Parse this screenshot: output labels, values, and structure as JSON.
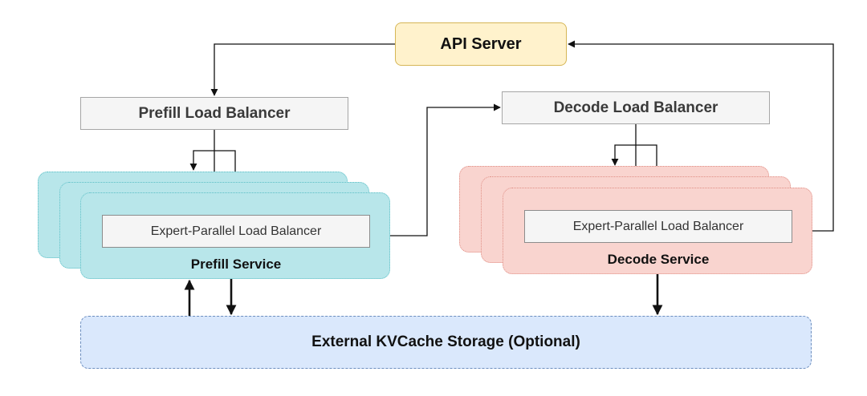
{
  "api_server": {
    "label": "API Server"
  },
  "prefill": {
    "load_balancer": "Prefill Load Balancer",
    "expert_parallel": "Expert-Parallel Load Balancer",
    "service": "Prefill Service"
  },
  "decode": {
    "load_balancer": "Decode Load Balancer",
    "expert_parallel": "Expert-Parallel Load Balancer",
    "service": "Decode Service"
  },
  "storage": {
    "label": "External KVCache Storage (Optional)"
  },
  "colors": {
    "api_fill": "#fff2cc",
    "prefill_fill": "#b8e6ea",
    "decode_fill": "#f9d4cf",
    "storage_fill": "#dae8fc",
    "balancer_fill": "#f5f5f5"
  }
}
